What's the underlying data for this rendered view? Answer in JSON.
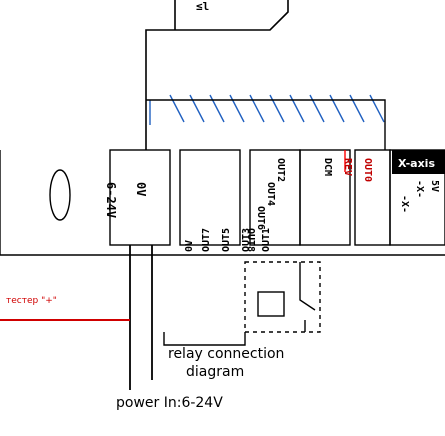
{
  "top_label": "≤l",
  "tester_label": "тестер \"+\"",
  "caption": {
    "line1": "relay connection",
    "line2": "diagram"
  },
  "power_label": "power In:6-24V",
  "x_axis_label": "X-axis",
  "terminals_left": [
    "6-24V",
    "0V"
  ],
  "terminals_out": [
    "OUT7",
    "OUT5",
    "OUT3",
    "OUT1"
  ],
  "terminals_mid": [
    "0V"
  ],
  "terminals_outer": [
    "OUT2",
    "OUT4",
    "OUT6",
    "OUT8"
  ],
  "terminals_right": [
    "DCM",
    "REV",
    "OUT0"
  ],
  "terminals_x": [
    "5V",
    "-X-",
    "-X-"
  ],
  "colors": {
    "line": "#000000",
    "tester_wire": "#d00000",
    "xaxis_bg": "#000000",
    "relay_accent": "#ff0000"
  }
}
